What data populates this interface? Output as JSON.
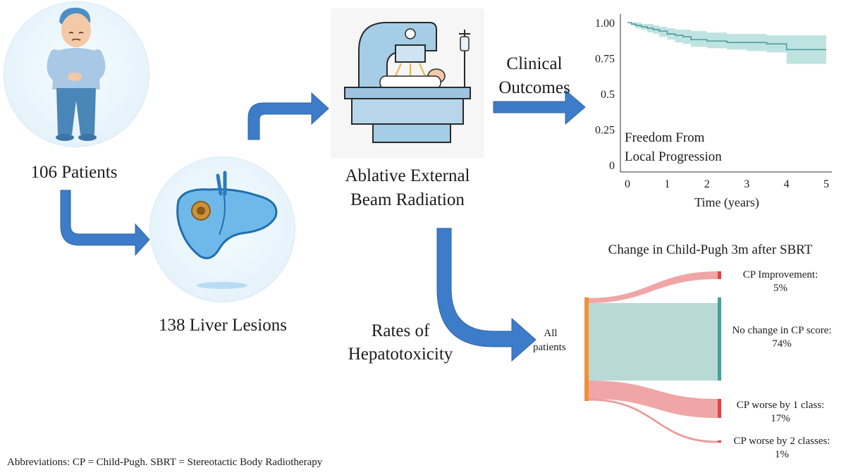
{
  "patients_label": "106 Patients",
  "lesions_label": "138 Liver Lesions",
  "radiation_label": [
    "Ablative External",
    "Beam Radiation"
  ],
  "outcomes_label": [
    "Clinical",
    "Outcomes"
  ],
  "hepatotox_label": [
    "Rates of",
    "Hepatotoxicity"
  ],
  "abbreviations": "Abbreviations: CP = Child-Pugh. SBRT = Stereotactic Body Radiotherapy",
  "km_chart": {
    "annotation": [
      "Freedom From",
      "Local Progression"
    ],
    "xlabel": "Time (years)",
    "xticks": [
      "0",
      "1",
      "2",
      "3",
      "4",
      "5"
    ],
    "yticks": [
      "1.00",
      "0.75",
      "0.5",
      "0.25",
      "0"
    ]
  },
  "sankey": {
    "title": "Change in Child-Pugh 3m after SBRT",
    "source": [
      "All",
      "patients"
    ],
    "targets": [
      {
        "label": "CP Improvement:",
        "pct": "5%"
      },
      {
        "label": "No change in CP score:",
        "pct": "74%"
      },
      {
        "label": "CP worse by 1 class:",
        "pct": "17%"
      },
      {
        "label": "CP worse by 2 classes:",
        "pct": "1%"
      }
    ]
  },
  "colors": {
    "arrow": "#3d7cc9",
    "km_line": "#4a9e9b",
    "km_band": "#bfe3e1",
    "sankey_teal_flow": "#b7dad7",
    "sankey_teal_bar": "#4a9e95",
    "sankey_red_flow": "#f0a6a6",
    "sankey_red_bar": "#d94b4b",
    "sankey_source_bar": "#f0913a"
  },
  "chart_data": {
    "type": "line",
    "xlabel": "Time (years)",
    "ylabel": "",
    "xlim": [
      0,
      5
    ],
    "ylim": [
      0,
      1
    ],
    "series": [
      {
        "x": [
          0,
          0.1,
          0.2,
          0.35,
          0.5,
          0.65,
          0.8,
          1.0,
          1.2,
          1.4,
          1.6,
          2.0,
          2.5,
          3.0,
          3.5,
          3.9,
          4.0,
          4.6,
          5.0
        ],
        "values": [
          1.0,
          0.99,
          0.98,
          0.97,
          0.96,
          0.95,
          0.94,
          0.92,
          0.91,
          0.9,
          0.88,
          0.87,
          0.86,
          0.86,
          0.85,
          0.85,
          0.81,
          0.81,
          0.81
        ],
        "lower": [
          1.0,
          0.98,
          0.96,
          0.95,
          0.93,
          0.92,
          0.9,
          0.88,
          0.86,
          0.85,
          0.83,
          0.82,
          0.81,
          0.8,
          0.79,
          0.79,
          0.71,
          0.71,
          0.71
        ],
        "upper": [
          1.0,
          1.0,
          1.0,
          0.99,
          0.99,
          0.98,
          0.97,
          0.96,
          0.95,
          0.95,
          0.94,
          0.93,
          0.92,
          0.92,
          0.91,
          0.91,
          0.91,
          0.91,
          0.91
        ]
      }
    ]
  }
}
